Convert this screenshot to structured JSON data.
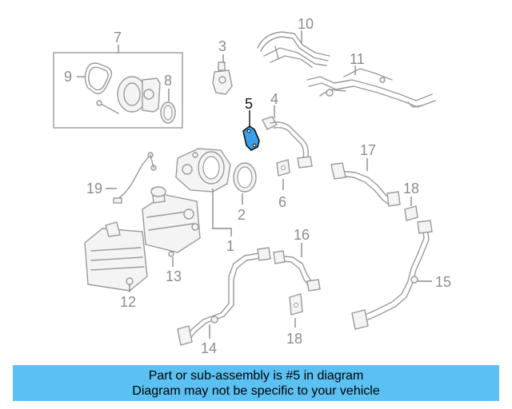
{
  "callouts": {
    "c1": "1",
    "c2": "2",
    "c3": "3",
    "c4": "4",
    "c5": "5",
    "c6": "6",
    "c7": "7",
    "c8": "8",
    "c9": "9",
    "c10": "10",
    "c11": "11",
    "c12": "12",
    "c13": "13",
    "c14": "14",
    "c15": "15",
    "c16": "16",
    "c17": "17",
    "c18a": "18",
    "c18b": "18",
    "c19": "19"
  },
  "highlight": {
    "part_number": "5",
    "color": "#3aa0e8"
  },
  "banner": {
    "line1": "Part or sub-assembly is #5 in diagram",
    "line2": "Diagram may not be specific to your vehicle",
    "background": "#5bc0f2"
  }
}
